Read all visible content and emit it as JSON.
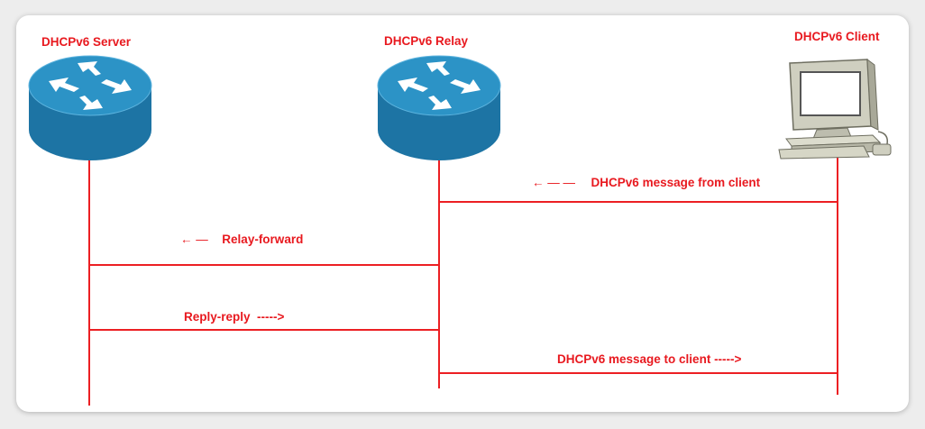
{
  "nodes": {
    "server": {
      "label": "DHCPv6 Server",
      "icon": "router-icon"
    },
    "relay": {
      "label": "DHCPv6 Relay",
      "icon": "router-icon"
    },
    "client": {
      "label": "DHCPv6 Client",
      "icon": "computer-icon"
    }
  },
  "messages": [
    {
      "arrow": "← — —",
      "text": "DHCPv6 message from client",
      "from": "DHCPv6 Client",
      "to": "DHCPv6 Relay"
    },
    {
      "arrow": "← —",
      "text": "Relay-forward",
      "from": "DHCPv6 Relay",
      "to": "DHCPv6 Server"
    },
    {
      "text": "Reply-reply  ----->",
      "from": "DHCPv6 Server",
      "to": "DHCPv6 Relay"
    },
    {
      "text": "DHCPv6 message to client ----->",
      "from": "DHCPv6 Relay",
      "to": "DHCPv6 Client"
    }
  ],
  "colors": {
    "line": "#ec1f23",
    "label": "#e8191f",
    "router_top": "#2c93c6",
    "router_side": "#1d74a4",
    "pc_body": "#cfcfc0",
    "screen": "#ffffff"
  }
}
